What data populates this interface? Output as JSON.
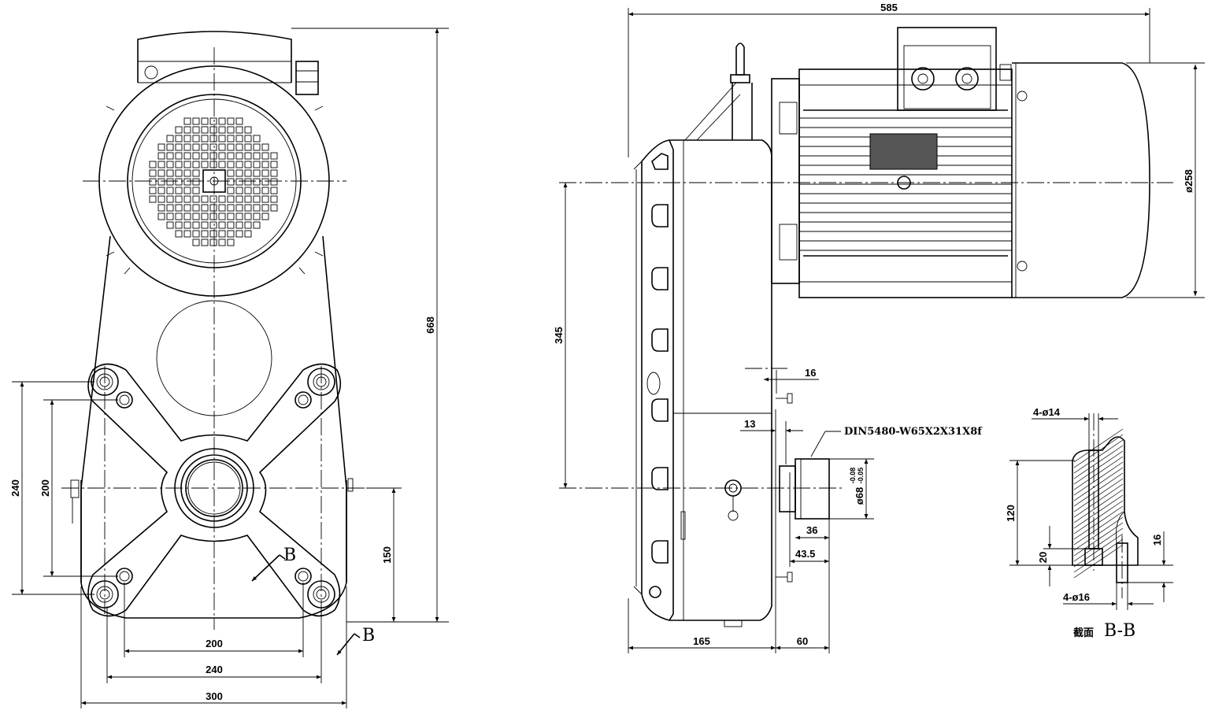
{
  "front_view": {
    "dims": {
      "overall_height": "668",
      "v240": "240",
      "v200": "200",
      "v150": "150",
      "h200": "200",
      "h240": "240",
      "h300": "300"
    },
    "section_mark": "B"
  },
  "side_view": {
    "dims": {
      "overall_length": "585",
      "center_height": "345",
      "motor_dia": "ø258",
      "d16": "16",
      "d13": "13",
      "shaft_dia": "ø68",
      "shaft_tol_upper": "-0.08",
      "shaft_tol_lower": "-0.05",
      "d36": "36",
      "d43_5": "43.5",
      "d165": "165",
      "d60": "60"
    },
    "spline_note": "DIN5480-W65X2X31X8f"
  },
  "section_view": {
    "dims": {
      "holes_top": "4-ø14",
      "d120": "120",
      "d20": "20",
      "d16": "16",
      "holes_bottom": "4-ø16"
    },
    "caption_cn": "截面",
    "caption_name": "B-B"
  }
}
